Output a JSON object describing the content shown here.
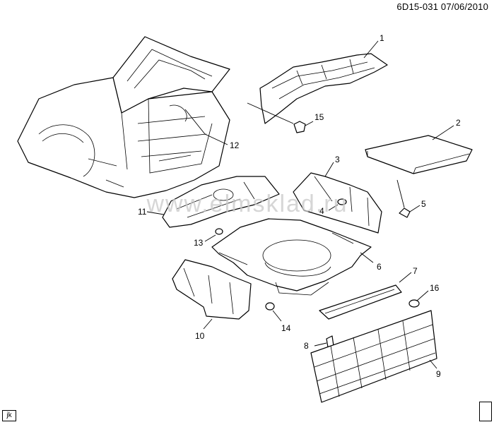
{
  "header": {
    "doc_id": "6D15-031  07/06/2010"
  },
  "footer": {
    "corner_code": "jk"
  },
  "watermark": {
    "text": "www.elmsklad.ru"
  },
  "callouts": [
    "1",
    "2",
    "3",
    "4",
    "5",
    "6",
    "7",
    "8",
    "9",
    "10",
    "11",
    "12",
    "13",
    "14",
    "15",
    "16"
  ],
  "colors": {
    "line": "#000000",
    "background": "#ffffff",
    "watermark": "#c8c8c8"
  }
}
